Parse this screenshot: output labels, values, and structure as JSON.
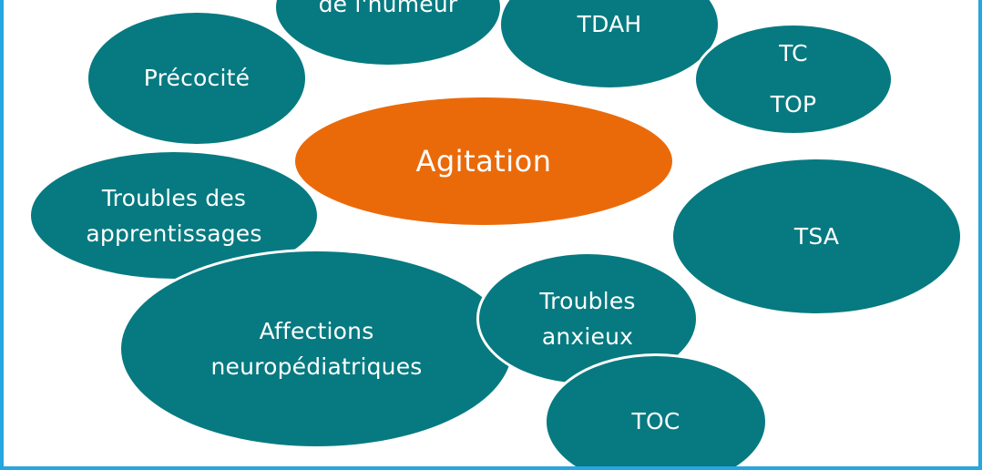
{
  "diagram": {
    "center": "Agitation",
    "nodes": {
      "humeur": [
        "de l'humeur"
      ],
      "tdah": [
        "TDAH"
      ],
      "tc_top": [
        "TC",
        "TOP"
      ],
      "precocite": [
        "Précocité"
      ],
      "tsa": [
        "TSA"
      ],
      "apprentissages": [
        "Troubles des",
        "apprentissages"
      ],
      "affections": [
        "Affections",
        "neuropédiatriques"
      ],
      "anxieux": [
        "Troubles",
        "anxieux"
      ],
      "toc": [
        "TOC"
      ]
    },
    "colors": {
      "bubble": "#067a80",
      "center": "#ea6a0a",
      "frame": "#27a6e0",
      "text": "#ffffff"
    }
  }
}
